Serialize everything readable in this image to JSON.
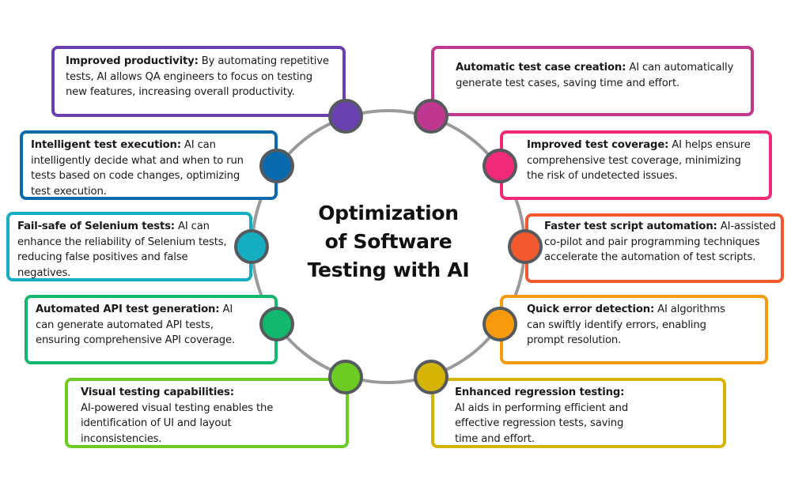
{
  "title_lines": [
    "Optimization",
    "of Software",
    "Testing with AI"
  ],
  "colors": {
    "ring": "#9a9a9a",
    "node_border": "#555a5e",
    "purple": "#6a40b0",
    "magenta": "#c0378f",
    "blue": "#0a6aae",
    "pink": "#f02a78",
    "teal": "#14adc2",
    "orange_red": "#f2582e",
    "green": "#12b86e",
    "orange": "#f79a0c",
    "lime": "#6ccc22",
    "yellow": "#d6b406"
  },
  "items": [
    {
      "title": "Improved productivity:",
      "text": " By automating repetitive tests, AI allows QA engineers to focus on testing new features, increasing overall productivity.",
      "color": "purple"
    },
    {
      "title": "Automatic test case creation:",
      "text": " AI can automatically generate test cases, saving time and effort.",
      "color": "magenta"
    },
    {
      "title": "Intelligent test execution:",
      "text": " AI can intelligently decide what and when to run tests based on code changes, optimizing test execution.",
      "color": "blue"
    },
    {
      "title": "Improved test coverage:",
      "text": " AI helps ensure comprehensive test coverage, minimizing the risk of undetected issues.",
      "color": "pink"
    },
    {
      "title": "Fail-safe of Selenium tests:",
      "text": " AI can enhance the reliability of Selenium tests, reducing false positives and false negatives.",
      "color": "teal"
    },
    {
      "title": "Faster test script automation:",
      "text": " AI-assisted co-pilot and pair programming techniques accelerate the automation of test scripts.",
      "color": "orange_red"
    },
    {
      "title": "Automated API test generation:",
      "text": " AI can generate automated API tests, ensuring comprehensive API coverage.",
      "color": "green"
    },
    {
      "title": "Quick error detection:",
      "text": " AI algorithms can swiftly identify errors, enabling prompt resolution.",
      "color": "orange"
    },
    {
      "title": "Visual testing capabilities:",
      "text": " AI-powered visual testing enables the identification of UI and layout inconsistencies.",
      "color": "lime"
    },
    {
      "title": "Enhanced regression testing:",
      "text": " AI aids in performing efficient and effective regression tests, saving time and effort.",
      "color": "yellow"
    }
  ]
}
